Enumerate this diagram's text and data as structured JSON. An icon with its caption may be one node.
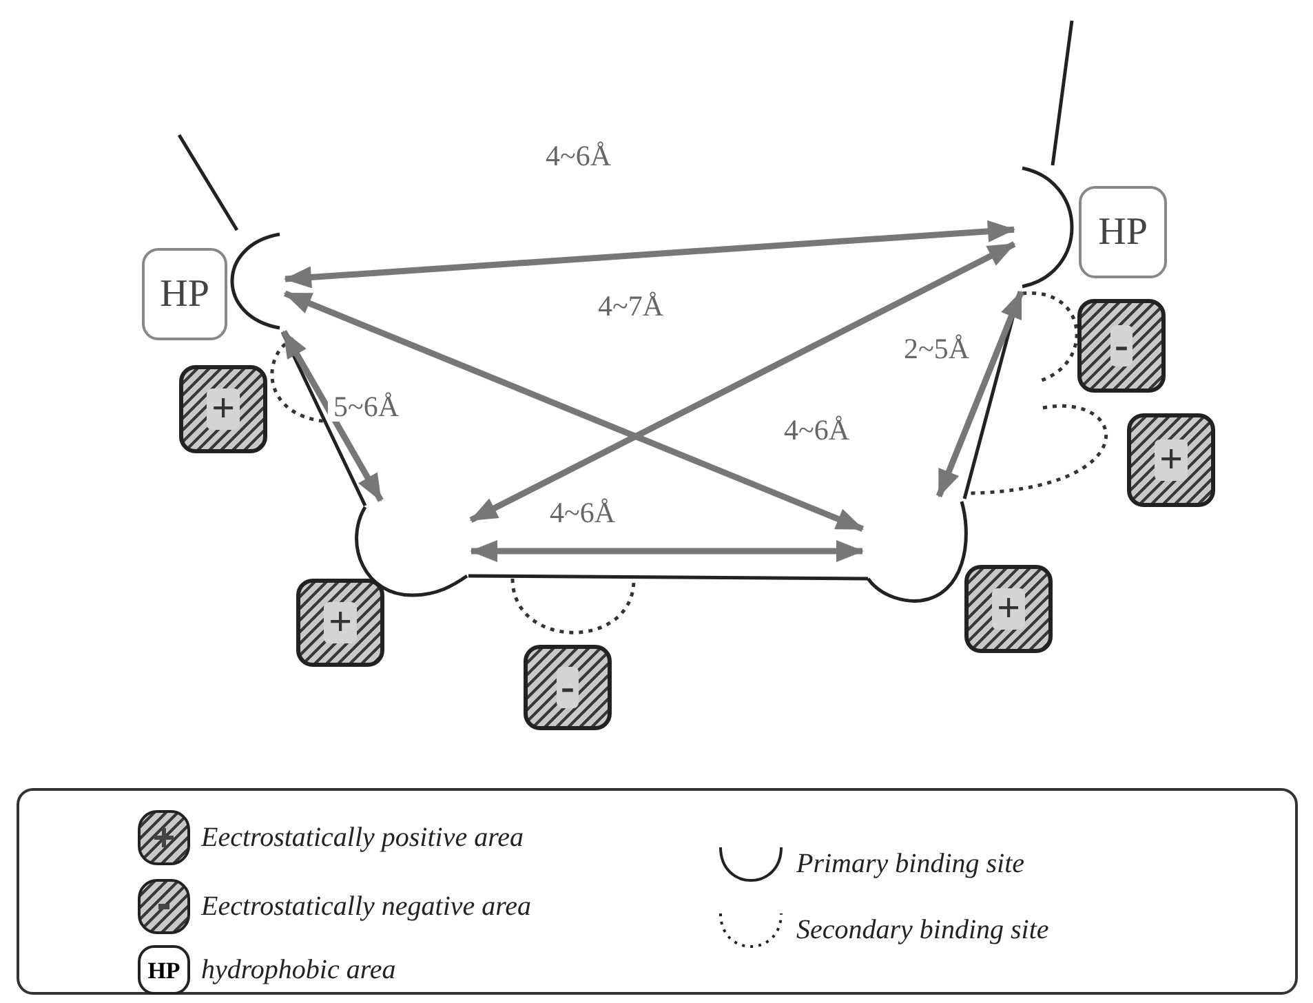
{
  "diagram": {
    "nodes": [
      {
        "text": [],
        "shape": "arc"
      },
      {
        "text": [],
        "shape": "arc"
      },
      {
        "text": [],
        "shape": "arc"
      },
      {
        "text": [],
        "shape": "arc"
      },
      {
        "text": [
          "HP"
        ]
      },
      {
        "text": [
          "HP"
        ]
      },
      {
        "text": [
          "+"
        ]
      },
      {
        "text": [
          "-"
        ]
      },
      {
        "text": [
          "+"
        ]
      },
      {
        "text": [
          "+"
        ]
      },
      {
        "text": [
          "-"
        ]
      },
      {
        "text": [
          "+"
        ]
      }
    ],
    "edges": [
      {
        "from": 0,
        "to": 1,
        "arrow": "both",
        "label": "4~6Å"
      },
      {
        "from": 0,
        "to": 3,
        "arrow": "both",
        "label": "4~6Å"
      },
      {
        "from": 1,
        "to": 2,
        "arrow": "both",
        "label": "4~7Å"
      },
      {
        "from": 1,
        "to": 3,
        "arrow": "both",
        "label": "2~5Å"
      },
      {
        "from": 0,
        "to": 2,
        "arrow": "both",
        "label": "5~6Å"
      },
      {
        "from": 2,
        "to": 3,
        "arrow": "both",
        "label": "4~6Å"
      }
    ],
    "labels": [
      "HP"
    ],
    "legend": [
      {
        "text": "Eectrostatically positive area"
      },
      {
        "text": "Eectrostatically negative area"
      },
      {
        "text": "hydrophobic area"
      },
      {
        "text": "Primary binding site"
      },
      {
        "text": "Secondary binding site"
      }
    ]
  }
}
